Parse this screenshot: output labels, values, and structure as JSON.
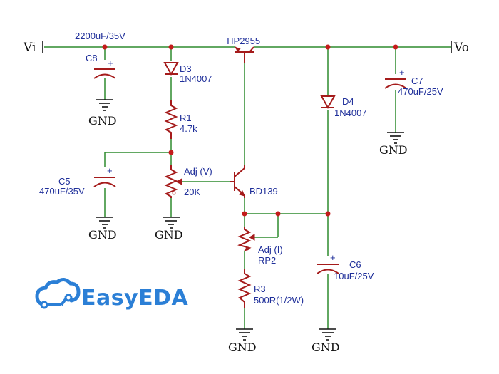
{
  "nets": {
    "vin": "Vi",
    "vout": "Vo"
  },
  "gnd_label": "GND",
  "components": {
    "c8": {
      "ref": "C8",
      "value": "2200uF/35V",
      "polarity": "+"
    },
    "d3": {
      "ref": "D3",
      "value": "1N4007"
    },
    "r1": {
      "ref": "R1",
      "value": "4.7k"
    },
    "c5": {
      "ref": "C5",
      "value": "470uF/35V",
      "polarity": "+"
    },
    "rv1": {
      "label": "Adj (V)",
      "value": "20K"
    },
    "q1": {
      "ref": "TIP2955"
    },
    "q2": {
      "ref": "BD139"
    },
    "d4": {
      "ref": "D4",
      "value": "1N4007"
    },
    "c7": {
      "ref": "C7",
      "value": "470uF/25V",
      "polarity": "+"
    },
    "rp2": {
      "label": "Adj (I)",
      "ref": "RP2"
    },
    "r3": {
      "ref": "R3",
      "value": "500R(1/2W)"
    },
    "c6": {
      "ref": "C6",
      "value": "10uF/25V",
      "polarity": "+"
    }
  },
  "logo": {
    "text": "EasyEDA"
  },
  "colors": {
    "wire": "#2e8b2e",
    "component": "#a51b1b",
    "label": "#1f2f9a",
    "junction": "#c41b1b",
    "logo": "#2b7fd6"
  }
}
